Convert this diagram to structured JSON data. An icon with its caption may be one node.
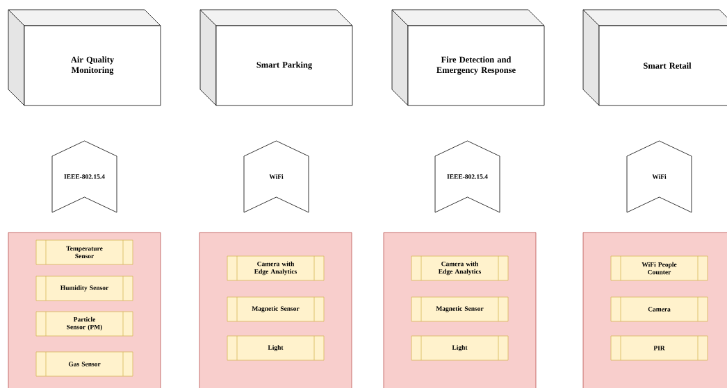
{
  "diagram": {
    "nodes": [
      {
        "text": [
          "Air Quality Monitoring"
        ]
      },
      {
        "text": [
          "Smart Parking"
        ]
      },
      {
        "text": [
          "Fire Detection and Emergency Response"
        ]
      },
      {
        "text": [
          "Smart Retail"
        ]
      },
      {
        "text": [
          "IEEE-802.15.4"
        ]
      },
      {
        "text": [
          "WiFi"
        ]
      },
      {
        "text": [
          "IEEE-802.15.4"
        ]
      },
      {
        "text": [
          "WiFi"
        ]
      },
      {
        "text": [],
        "shape": "box"
      },
      {
        "text": [
          "Temperature Sensor"
        ],
        "in": 8
      },
      {
        "text": [
          "Humidity Sensor"
        ],
        "in": 8
      },
      {
        "text": [
          "Particle Sensor (PM)"
        ],
        "in": 8
      },
      {
        "text": [
          "Gas Sensor"
        ],
        "in": 8
      },
      {
        "text": [],
        "shape": "box"
      },
      {
        "text": [
          "Camera with Edge Analytics"
        ],
        "in": 13
      },
      {
        "text": [
          "Magnetic Sensor"
        ],
        "in": 13
      },
      {
        "text": [
          "Light"
        ],
        "in": 13
      },
      {
        "text": [],
        "shape": "box"
      },
      {
        "text": [
          "Camera with Edge Analytics"
        ],
        "in": 17
      },
      {
        "text": [
          "Magnetic Sensor"
        ],
        "in": 17
      },
      {
        "text": [
          "Light"
        ],
        "in": 17
      },
      {
        "text": [],
        "shape": "box"
      },
      {
        "text": [
          "WiFi People Counter"
        ],
        "in": 21
      },
      {
        "text": [
          "Camera"
        ],
        "in": 21
      },
      {
        "text": [
          "PIR"
        ],
        "in": 21
      }
    ]
  }
}
